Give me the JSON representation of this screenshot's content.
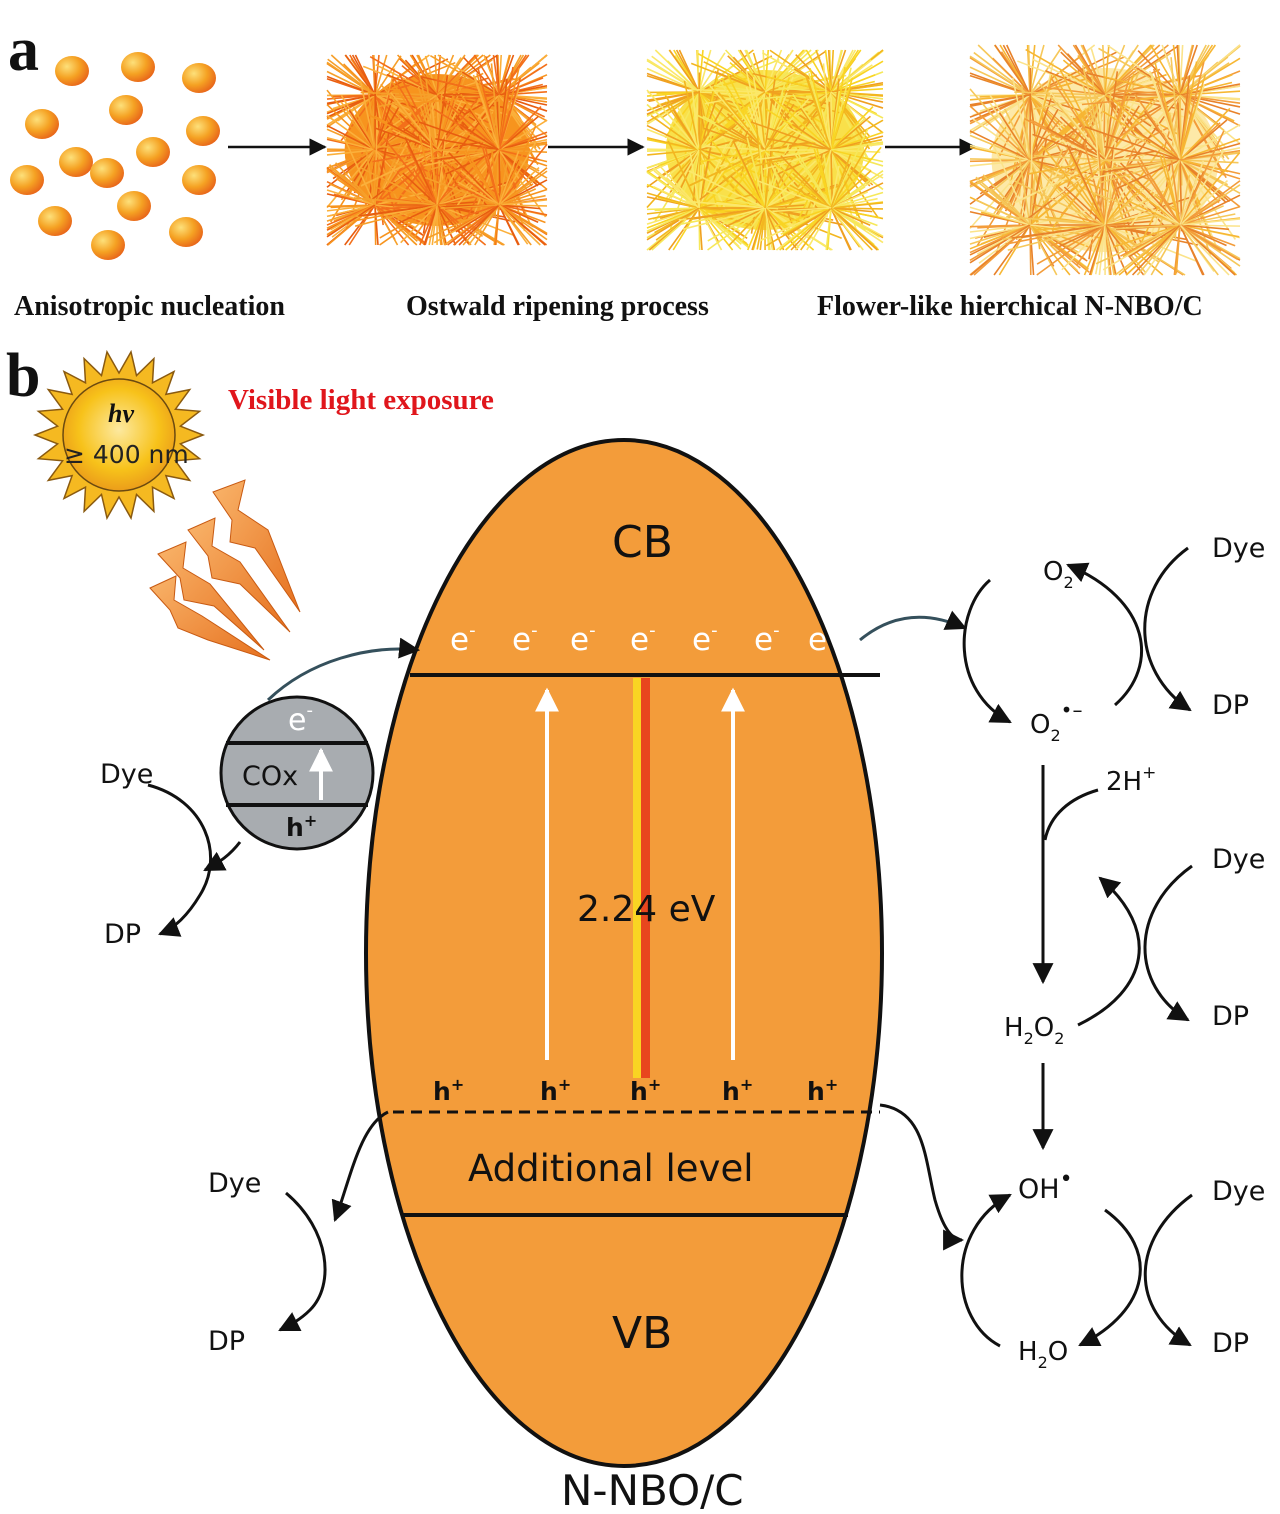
{
  "panel_a": {
    "label": "a",
    "captions": [
      "Anisotropic nucleation",
      "Ostwald ripening process",
      "Flower-like hierchical N-NBO/C"
    ]
  },
  "panel_b": {
    "label": "b",
    "light": {
      "title": "Visible light exposure",
      "hv": "hv",
      "wavelength": "≥ 400 nm"
    },
    "bands": {
      "cb": "CB",
      "vb": "VB",
      "additional_level": "Additional level",
      "gap": "2.24 eV",
      "electron": "e",
      "electron_sup": "-",
      "hole": "h",
      "hole_sup": "+",
      "material": "N-NBO/C"
    },
    "cox": {
      "label": "COx",
      "electron": "e",
      "electron_sup": "-",
      "hole": "h",
      "hole_sup": "+"
    },
    "species": {
      "dye": "Dye",
      "dp": "DP",
      "o2": "O",
      "o2_sub": "2",
      "superoxide_sup": "•–",
      "two_h": "2H",
      "two_h_sup": "+",
      "h2o2": [
        "H",
        "2",
        "O",
        "2"
      ],
      "oh": "OH",
      "oh_sup": "•",
      "h2o": [
        "H",
        "2",
        "O"
      ]
    }
  },
  "colors": {
    "orange_fill": "#f39c3a",
    "gray_fill": "#a8acb0",
    "red_text": "#e0161c",
    "sun_yellow": "#f7c21a",
    "dot_orange": "#f07c1a"
  }
}
